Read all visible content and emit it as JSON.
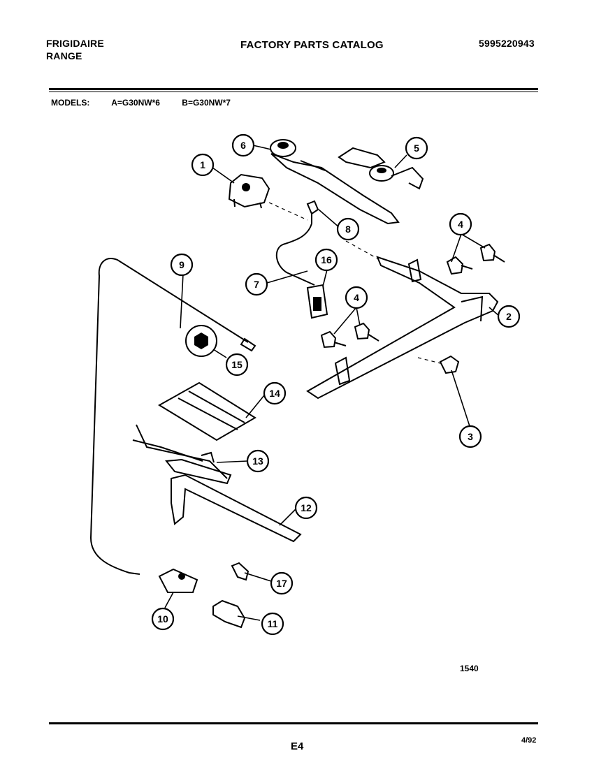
{
  "header": {
    "brand_line1": "FRIGIDAIRE",
    "brand_line2": "RANGE",
    "title": "FACTORY PARTS CATALOG",
    "catalog_number": "5995220943"
  },
  "models": {
    "label": "MODELS:",
    "model_a": "A=G30NW*6",
    "model_b": "B=G30NW*7"
  },
  "callouts": [
    "1",
    "2",
    "3",
    "4",
    "4",
    "5",
    "6",
    "7",
    "8",
    "9",
    "10",
    "11",
    "12",
    "13",
    "14",
    "15",
    "16",
    "17"
  ],
  "figure_number": "1540",
  "footer": {
    "page": "E4",
    "date": "4/92"
  }
}
